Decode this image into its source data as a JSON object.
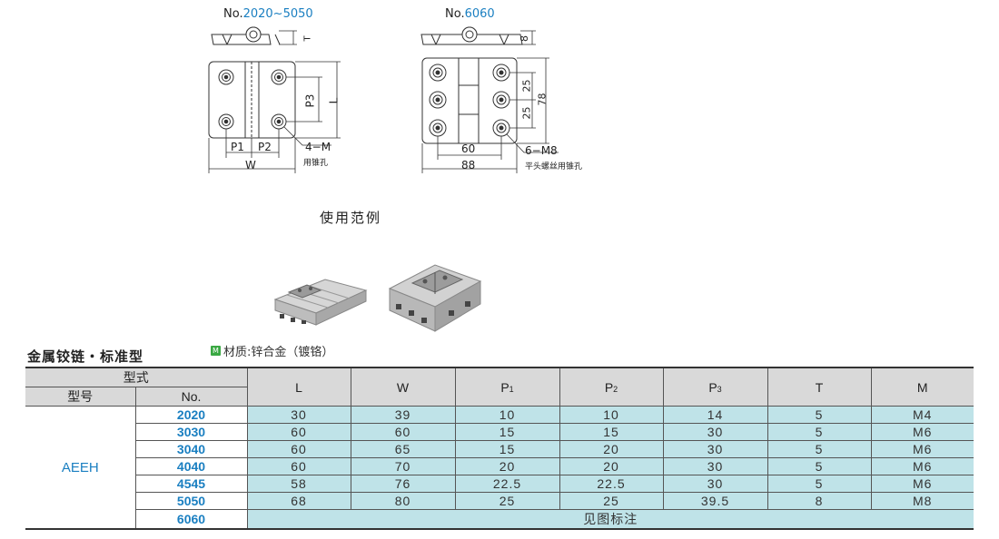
{
  "drawings": {
    "left": {
      "title_prefix": "No.",
      "title_range": "2020~5050",
      "dim_T": "T",
      "dim_L": "L",
      "dim_P3": "P3",
      "dim_P1": "P1",
      "dim_P2": "P2",
      "dim_W": "W",
      "hole_label": "4−M",
      "hole_note": "用锥孔"
    },
    "right": {
      "title_prefix": "No.",
      "title_model": "6060",
      "dim_8": "8",
      "dim_25a": "25",
      "dim_25b": "25",
      "dim_78": "78",
      "dim_60": "60",
      "dim_88": "88",
      "hole_label": "6−M8",
      "hole_note": "平头螺丝用锥孔"
    }
  },
  "usage_caption": "使用范例",
  "table_title": "金属铰链・标准型",
  "material_icon": "M",
  "material_text": "材质:锌合金（镀铬）",
  "table": {
    "header_group": "型式",
    "header_type": "型号",
    "header_no": "No.",
    "columns": [
      "L",
      "W",
      "P1",
      "P2",
      "P3",
      "T",
      "M"
    ],
    "model": "AEEH",
    "rows": [
      {
        "no": "2020",
        "values": [
          "30",
          "39",
          "10",
          "10",
          "14",
          "5",
          "M4"
        ]
      },
      {
        "no": "3030",
        "values": [
          "60",
          "60",
          "15",
          "15",
          "30",
          "5",
          "M6"
        ]
      },
      {
        "no": "3040",
        "values": [
          "60",
          "65",
          "15",
          "20",
          "30",
          "5",
          "M6"
        ]
      },
      {
        "no": "4040",
        "values": [
          "60",
          "70",
          "20",
          "20",
          "30",
          "5",
          "M6"
        ]
      },
      {
        "no": "4545",
        "values": [
          "58",
          "76",
          "22.5",
          "22.5",
          "30",
          "5",
          "M6"
        ]
      },
      {
        "no": "5050",
        "values": [
          "68",
          "80",
          "25",
          "25",
          "39.5",
          "8",
          "M8"
        ]
      }
    ],
    "last_row": {
      "no": "6060",
      "note": "见图标注"
    }
  }
}
